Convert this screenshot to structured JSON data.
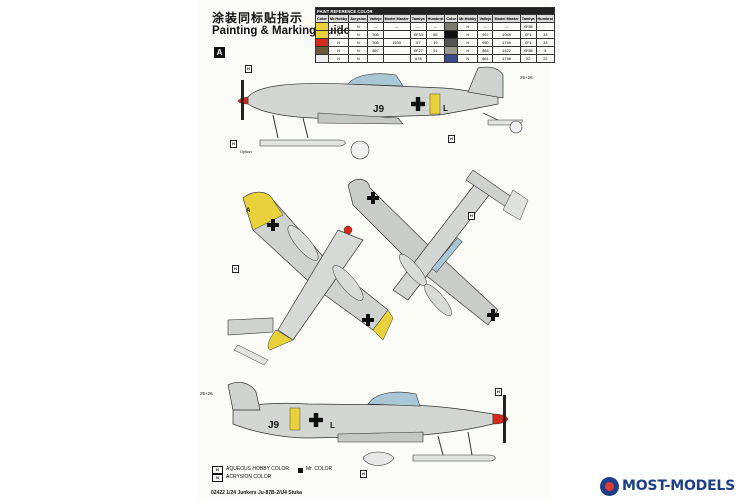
{
  "title_cn": "涂装同标贴指示",
  "title_en": "Painting & Marking guide",
  "scheme_badge": "A",
  "reference_table": {
    "caption": "PAINT REFERENCE COLOR",
    "headers": [
      "Color",
      "Mr.Hobby",
      "Acrysion",
      "Vallejo",
      "Model Master",
      "Tamiya",
      "Humbrol",
      "Color",
      "Mr.Hobby",
      "Vallejo",
      "Model Master",
      "Tamiya",
      "Humbrol"
    ],
    "rows": [
      [
        "",
        "H",
        "N",
        "—",
        "—",
        "—",
        "—",
        "",
        "H",
        "—",
        "—",
        "XF85",
        ""
      ],
      [
        "",
        "H",
        "N",
        "306",
        "",
        "XF33",
        "65",
        "",
        "H",
        "997",
        "1049",
        "XF1",
        "33"
      ],
      [
        "",
        "H",
        "N",
        "306",
        "1533",
        "X7",
        "19",
        "",
        "H",
        "950",
        "1749",
        "XF1",
        "33"
      ],
      [
        "",
        "H",
        "N",
        "867",
        "",
        "XF27",
        "91",
        "",
        "H",
        "864",
        "1422",
        "XF85",
        "5"
      ],
      [
        "",
        "H",
        "N",
        "",
        "",
        "A78",
        "",
        "",
        "N",
        "861",
        "1748",
        "X2",
        "22"
      ]
    ]
  },
  "markings": {
    "fuselage_code_top": "J9",
    "fuselage_letter_top": "L",
    "fuselage_code_bottom": "J9",
    "fuselage_letter_bottom": "L",
    "wing_letter": "A",
    "option_label": "Option",
    "view_label_1": "25+26",
    "view_label_2": "25+26"
  },
  "legend": {
    "aqueous": "AQUEOUS HOBBY COLOR",
    "mr_color": "Mr. COLOR",
    "acrysion": "ACRYSION COLOR",
    "aq_box": "H",
    "ac_box": "N"
  },
  "kit_line": "02422  1/24  Junkers Ju-87B-2/U4 Stuka",
  "watermark": "MOST-MODELS",
  "colors": {
    "rlm_grey": "#c9ccc9",
    "rlm_light": "#dfe1df",
    "yellow": "#e8d13a",
    "red": "#d62a1e",
    "black": "#111111",
    "glass": "#aac7d6"
  }
}
